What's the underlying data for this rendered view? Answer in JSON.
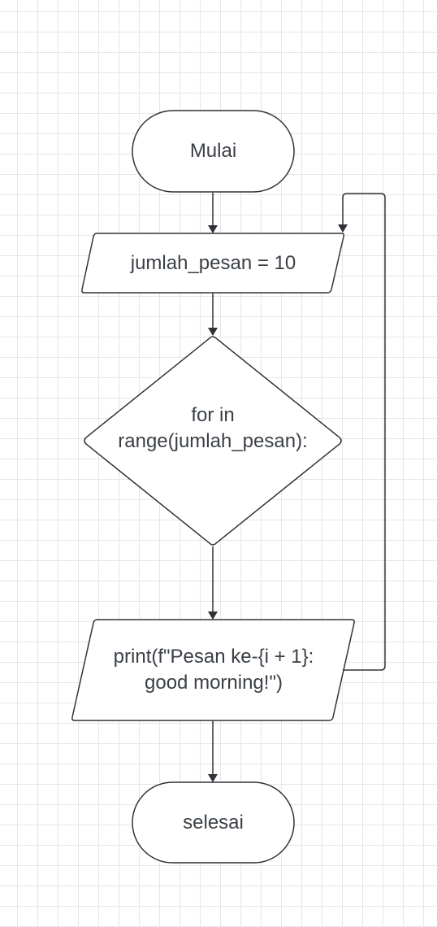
{
  "flowchart": {
    "start": "Mulai",
    "assign": "jumlah_pesan = 10",
    "loop_line1": "for in",
    "loop_line2": "range(jumlah_pesan):",
    "print_line1": "print(f\"Pesan ke-{i + 1}:",
    "print_line2": "good morning!\")",
    "end": "selesai"
  },
  "colors": {
    "stroke": "#2f3338",
    "text": "#3a3f46",
    "grid": "#e6e6e6"
  }
}
